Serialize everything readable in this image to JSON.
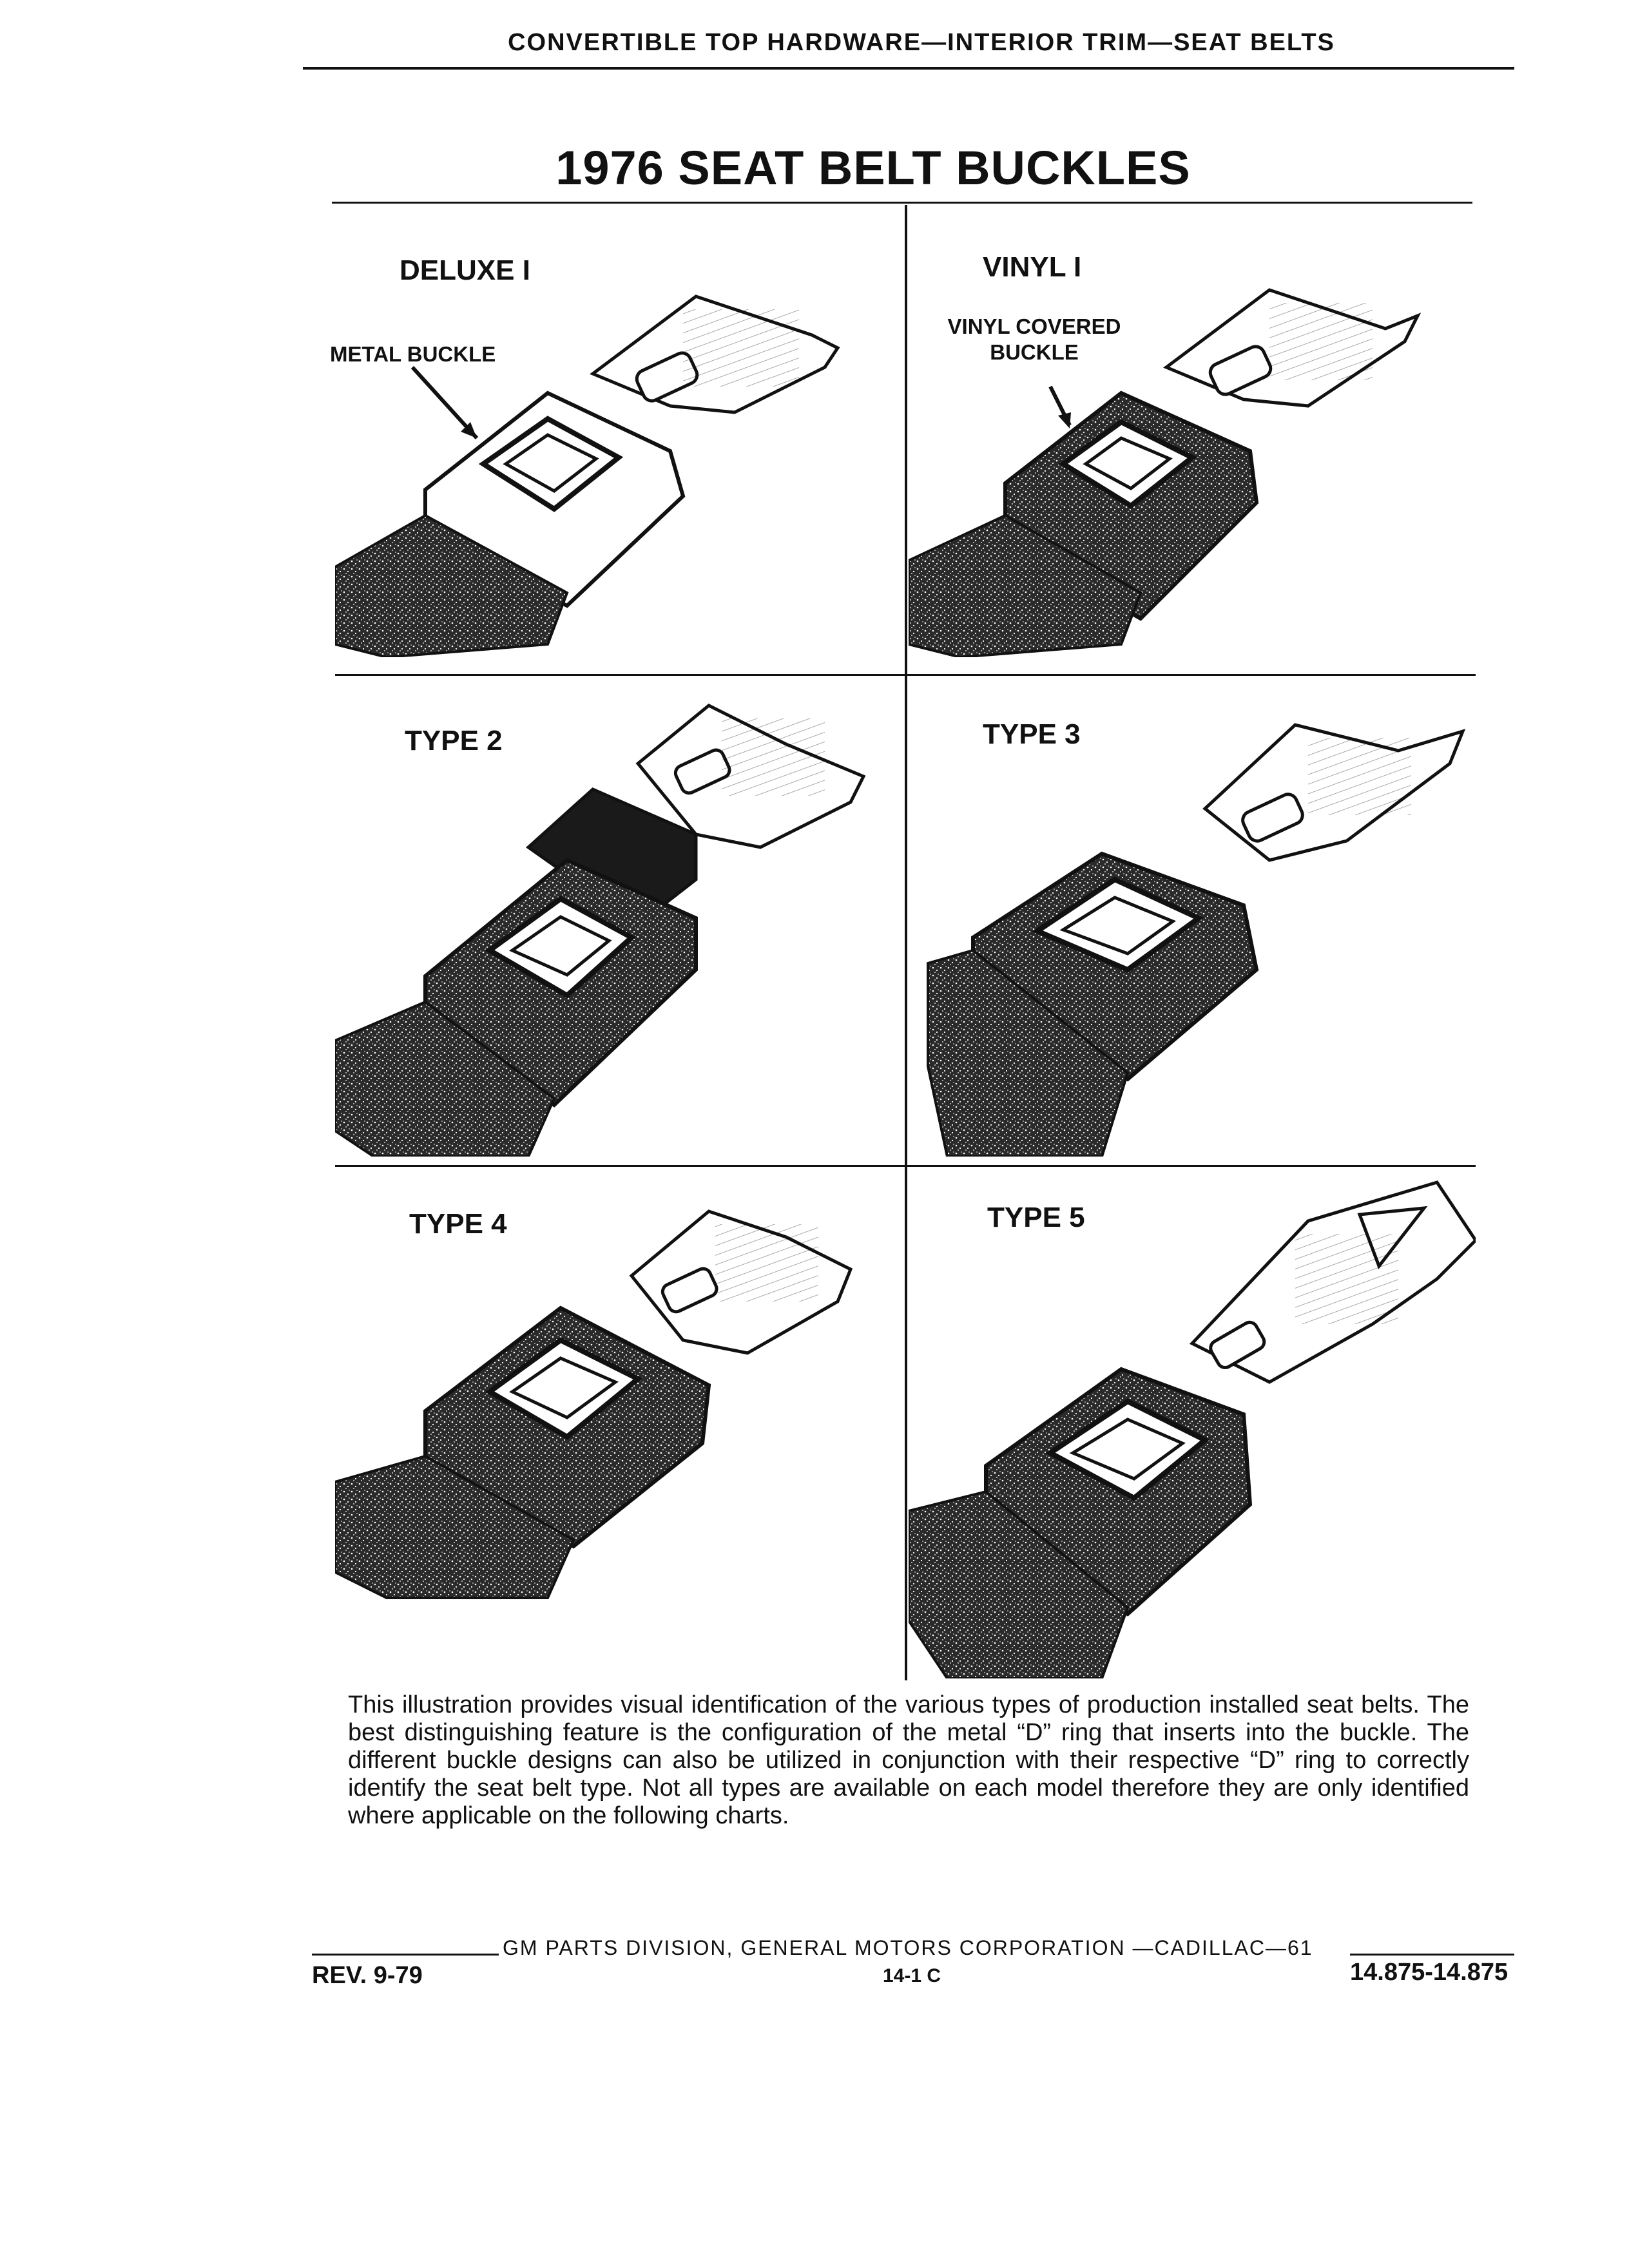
{
  "header": {
    "title": "CONVERTIBLE TOP HARDWARE—INTERIOR TRIM—SEAT BELTS"
  },
  "page_title": "1976 SEAT BELT BUCKLES",
  "panels": [
    {
      "label": "DELUXE I",
      "callout": "METAL BUCKLE"
    },
    {
      "label": "VINYL I",
      "callout": "VINYL COVERED BUCKLE"
    },
    {
      "label": "TYPE 2"
    },
    {
      "label": "TYPE 3"
    },
    {
      "label": "TYPE 4"
    },
    {
      "label": "TYPE 5"
    }
  ],
  "callouts": {
    "vinyl_line1": "VINYL COVERED",
    "vinyl_line2": "BUCKLE"
  },
  "caption": "This illustration provides visual identification of the various types of production installed seat belts. The best distinguishing feature is the configuration of the metal “D” ring that inserts into the buckle. The different buckle designs can also be utilized in conjunction with their respective “D” ring to correctly identify the seat belt type. Not all types are available on each model therefore they are only identified where applicable on the following charts.",
  "footer": {
    "center": "GM PARTS DIVISION, GENERAL MOTORS CORPORATION —CADILLAC—61",
    "rev": "REV. 9-79",
    "page": "14-1 C",
    "number": "14.875-14.875"
  },
  "colors": {
    "ink": "#111111",
    "texture": "#222222",
    "plate": "#ffffff"
  }
}
